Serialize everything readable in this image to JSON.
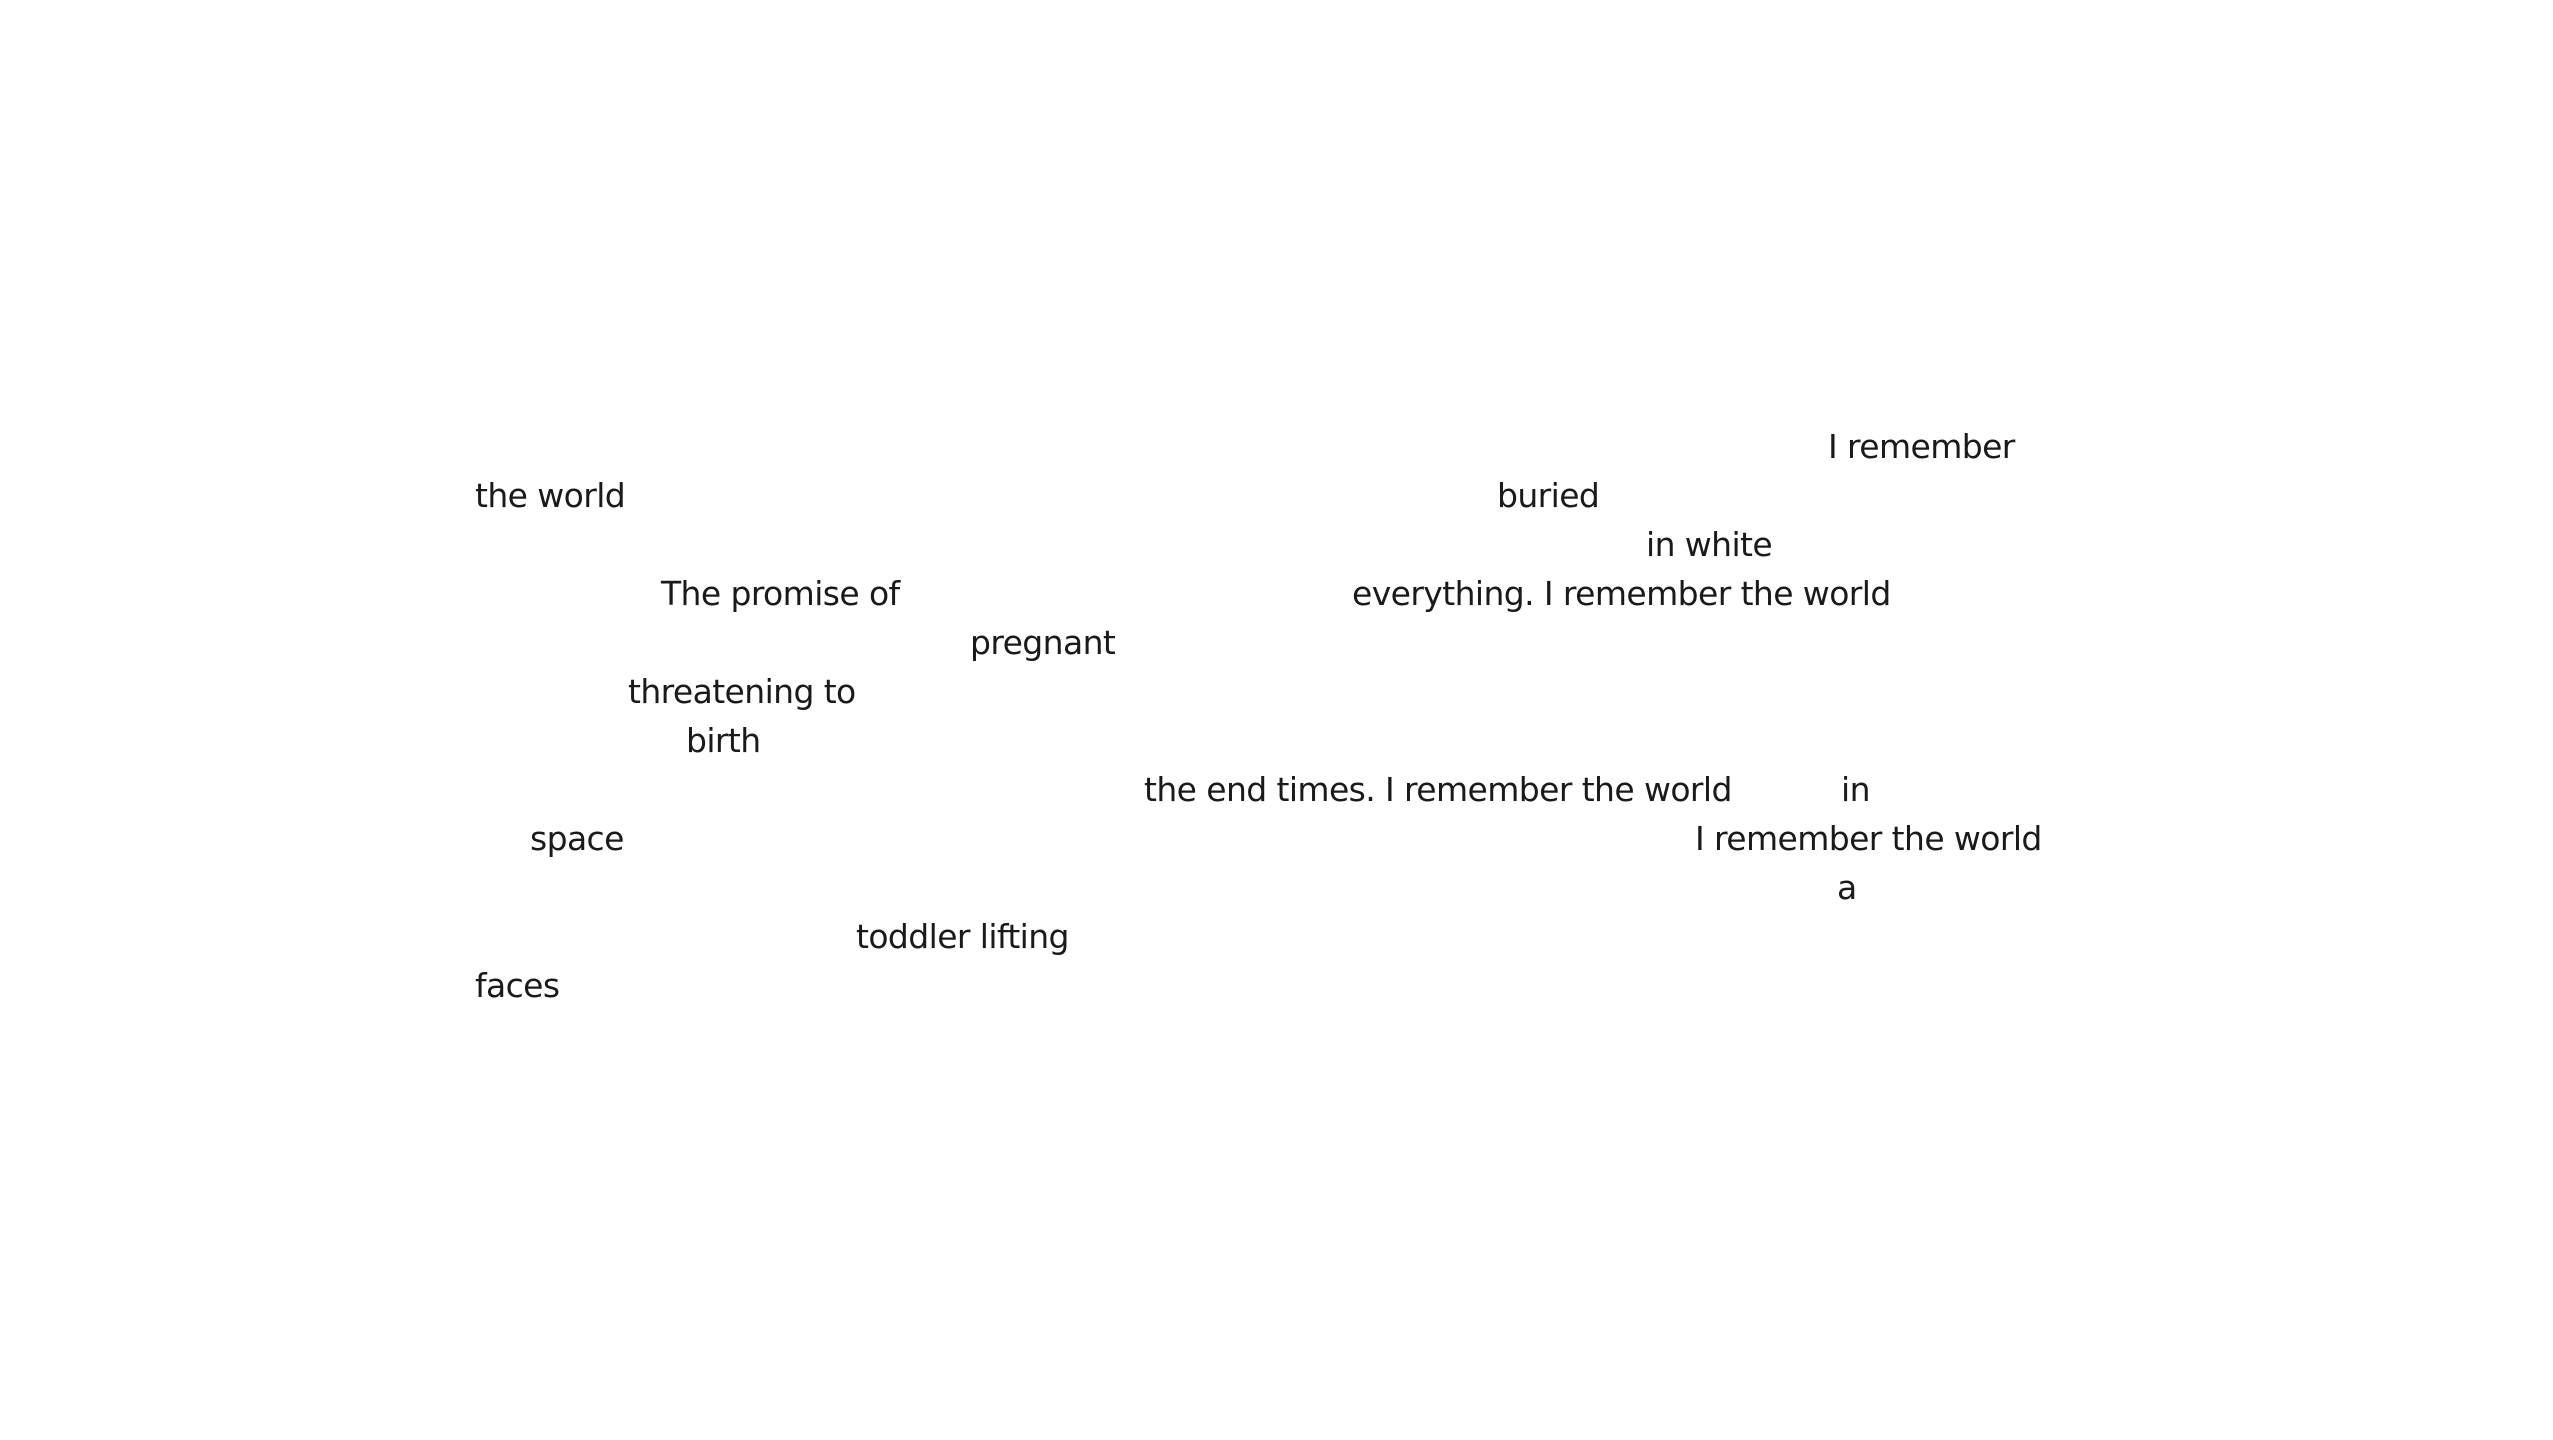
{
  "poem": {
    "fragments": [
      "I remember",
      "the world",
      "buried",
      "in white",
      "The promise of",
      "everything. I remember the world",
      "pregnant",
      "threatening to",
      "birth",
      "the end times. I remember the world",
      "in",
      "space",
      "I remember the world",
      "a",
      "toddler lifting",
      "faces"
    ]
  }
}
